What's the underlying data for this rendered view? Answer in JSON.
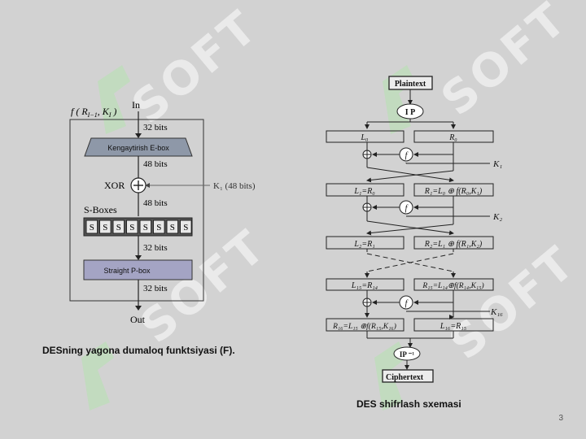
{
  "left_diagram": {
    "function_label": "f ( R",
    "function_sub1": "I−1",
    "function_mid": ", K",
    "function_sub2": "I",
    "function_end": " )",
    "in_label": "In",
    "out_label": "Out",
    "bits_32_a": "32 bits",
    "ebox_label": "Kengaytirish E-box",
    "bits_48_a": "48 bits",
    "xor_label": "XOR",
    "key_label": "K₁ (48 bits)",
    "bits_48_b": "48 bits",
    "sboxes_label": "S-Boxes",
    "sbox_cells": [
      "S",
      "S",
      "S",
      "S",
      "S",
      "S",
      "S",
      "S"
    ],
    "bits_32_b": "32 bits",
    "pbox_label": "Straight P-box",
    "bits_32_c": "32 bits"
  },
  "right_diagram": {
    "plaintext": "Plaintext",
    "ip": "I P",
    "l0": "L₀",
    "r0": "R₀",
    "f": "f",
    "k1": "K₁",
    "l1": "L₁=R₀",
    "r1": "R₁=L₀ ⊕ f(R₀,K₁)",
    "k2": "K₂",
    "l2": "L₂=R₁",
    "r2": "R₂=L₁ ⊕ f(R₁,K₂)",
    "l15": "L₁₅=R₁₄",
    "r15": "R₁₅=L₁₄⊕f(R₁₄,K₁₅)",
    "k16": "K₁₆",
    "r16": "R₁₆=L₁₅ ⊕f(R₁₅,K₁₆)",
    "l16": "L₁₆=R₁₅",
    "ip_inv": "IP ⁻¹",
    "ciphertext": "Ciphertext"
  },
  "captions": {
    "left": "DESning yagona dumaloq funktsiyasi (F).",
    "right": "DES shifrlash sxemasi"
  },
  "watermark_text": "SOFT",
  "page_number": "3",
  "colors": {
    "background": "#d2d2d2",
    "ebox_fill": "#8e98a8",
    "pbox_fill": "#a4a4c4",
    "watermark_green": "#b5e3b0"
  }
}
